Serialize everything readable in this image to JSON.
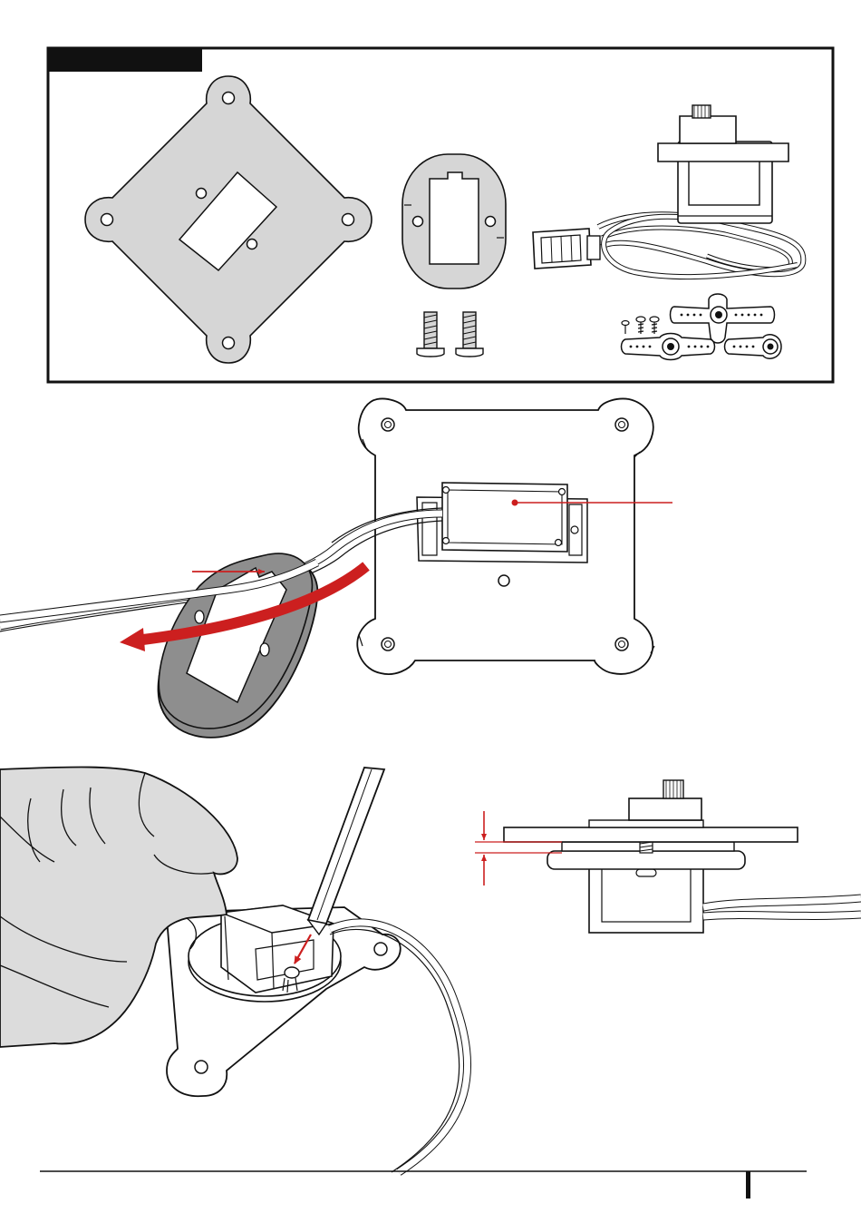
{
  "header": {
    "step_label": ""
  },
  "footer": {
    "page_number": ""
  },
  "colors": {
    "accent": "#cc1f1f",
    "part_fill": "#d6d6d6",
    "part_dark_fill": "#8e8e8e",
    "hand_fill": "#dcdcdc",
    "ink": "#111111"
  },
  "parts": [
    {
      "name": "mounting-plate",
      "icon": "diamond-plate"
    },
    {
      "name": "servo-spacer",
      "icon": "oval-spacer"
    },
    {
      "name": "servo",
      "icon": "micro-servo-with-lead"
    },
    {
      "name": "machine-screws",
      "icon": "two-screws"
    },
    {
      "name": "servo-horns",
      "icon": "horns-and-tiny-screws"
    }
  ]
}
